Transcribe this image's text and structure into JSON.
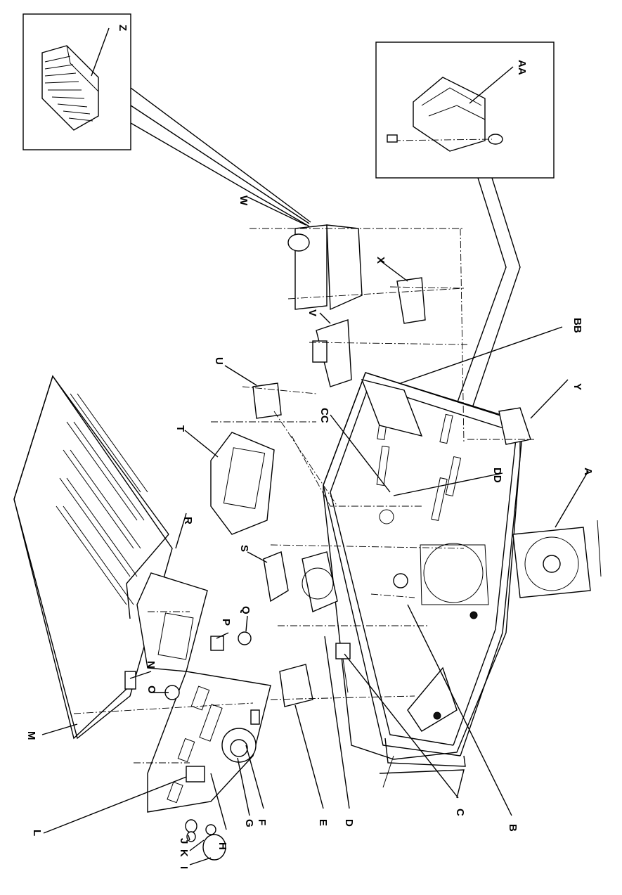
{
  "labels": {
    "A": "A",
    "B": "B",
    "C": "C",
    "D": "D",
    "E": "E",
    "F": "F",
    "G": "G",
    "H": "H",
    "I": "I",
    "J": "J",
    "K": "K",
    "L": "L",
    "M": "M",
    "N": "N",
    "O": "O",
    "P": "P",
    "Q": "Q",
    "R": "R",
    "S": "S",
    "T": "T",
    "U": "U",
    "V": "V",
    "W": "W",
    "X": "X",
    "Y": "Y",
    "Z": "Z",
    "AA": "AA",
    "BB": "BB",
    "CC": "CC",
    "DD": "DD"
  }
}
